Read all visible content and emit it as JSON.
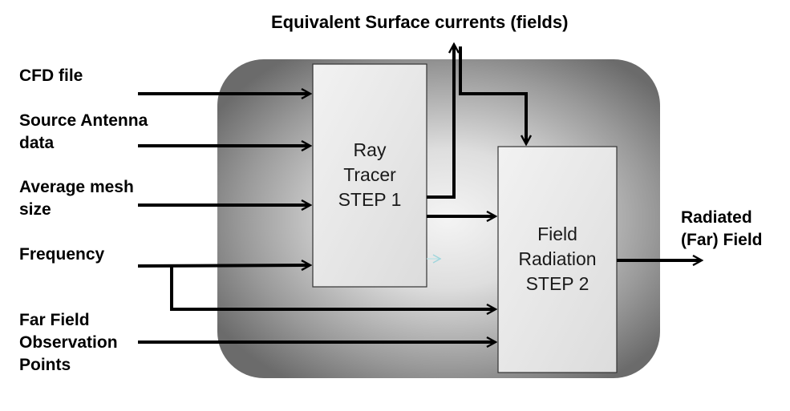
{
  "title": "Equivalent Surface currents (fields)",
  "inputs": [
    {
      "id": "cfd-file",
      "lines": [
        "CFD file"
      ]
    },
    {
      "id": "source-antenna-data",
      "lines": [
        "Source Antenna",
        "data"
      ]
    },
    {
      "id": "average-mesh-size",
      "lines": [
        "Average mesh",
        "size"
      ]
    },
    {
      "id": "frequency",
      "lines": [
        "Frequency"
      ]
    },
    {
      "id": "far-field-observation-points",
      "lines": [
        "Far Field",
        "Observation",
        "Points"
      ]
    }
  ],
  "blocks": {
    "ray_tracer": {
      "lines": [
        "Ray",
        "Tracer",
        "STEP 1"
      ]
    },
    "field_radiation": {
      "lines": [
        "Field",
        "Radiation",
        "STEP 2"
      ]
    }
  },
  "output": {
    "lines": [
      "Radiated",
      "(Far) Field"
    ]
  },
  "colors": {
    "text": "#000000",
    "box_fill": "#e8e8e8",
    "panel_dark": "#6b6b6b",
    "panel_light": "#f4f4f4",
    "arrow": "#000000"
  }
}
